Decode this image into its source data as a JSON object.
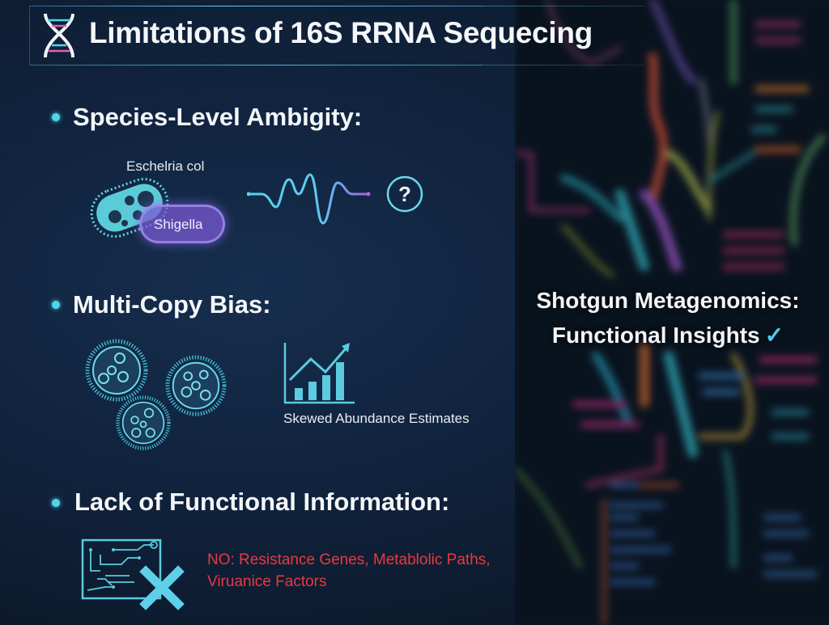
{
  "title": {
    "text": "Limitations of 16S RRNA Sequecing",
    "icon": "dna-icon"
  },
  "sections": [
    {
      "heading": "Species-Level Ambigity:",
      "illustration": {
        "organism_label_1": "Eschelria col",
        "organism_label_2": "Shigella",
        "icons": [
          "bacterium-icon",
          "signal-wave-icon",
          "question-mark-icon"
        ]
      }
    },
    {
      "heading": "Multi-Copy Bias:",
      "illustration": {
        "caption": "Skewed Abundance Estimates",
        "icons": [
          "cell-icon",
          "cell-icon",
          "cell-icon",
          "rising-bar-chart-icon"
        ]
      }
    },
    {
      "heading": "Lack of Functional Information:",
      "illustration": {
        "note_line_1": "NO: Resistance Genes, Metablolic Paths,",
        "note_line_2": "Viruanice Factors",
        "icons": [
          "circuit-board-icon",
          "x-mark-icon"
        ]
      }
    }
  ],
  "side_panel": {
    "line_1": "Shotgun Metagenomics:",
    "line_2": "Functional Insights",
    "check_glyph": "✓",
    "background": "blurred-metabolic-pathway-map"
  },
  "colors": {
    "background": "#112440",
    "accent_cyan": "#4fd6ea",
    "accent_purple": "#8a6ee0",
    "warning_red": "#e8393f",
    "text": "#f4f6fa"
  }
}
